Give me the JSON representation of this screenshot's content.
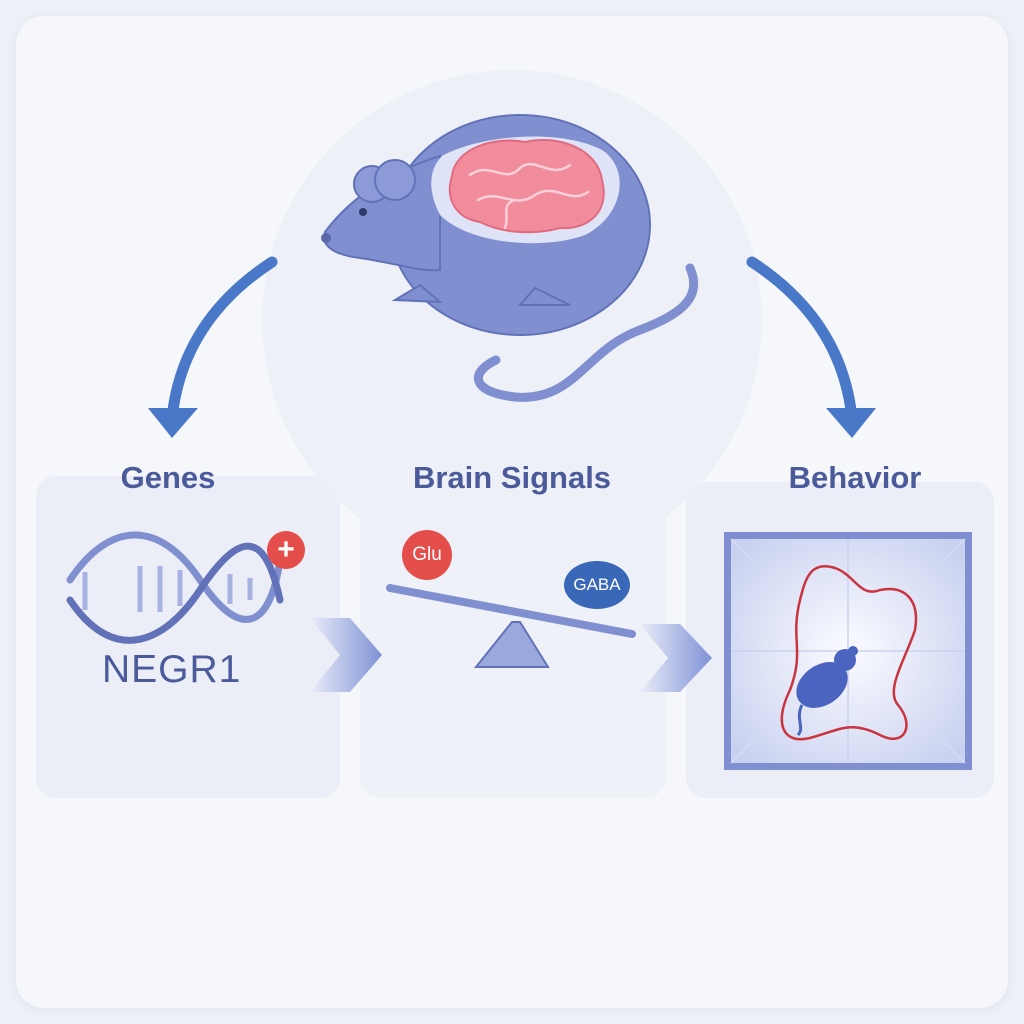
{
  "stages": [
    {
      "id": "genes",
      "label": "Genes"
    },
    {
      "id": "brain-signals",
      "label": "Brain Signals"
    },
    {
      "id": "behavior",
      "label": "Behavior"
    }
  ],
  "genes": {
    "name": "NEGR1",
    "badge": "+"
  },
  "signals": {
    "left": {
      "label": "Glu",
      "color": "#e34d4a"
    },
    "right": {
      "label": "GABA",
      "color": "#3a68b8"
    }
  },
  "colors": {
    "accent": "#4a5a9a",
    "mouse": "#7f8fd0",
    "brain": "#f08c9c",
    "arrow": "#4a78c8",
    "track": "#c9343e"
  }
}
